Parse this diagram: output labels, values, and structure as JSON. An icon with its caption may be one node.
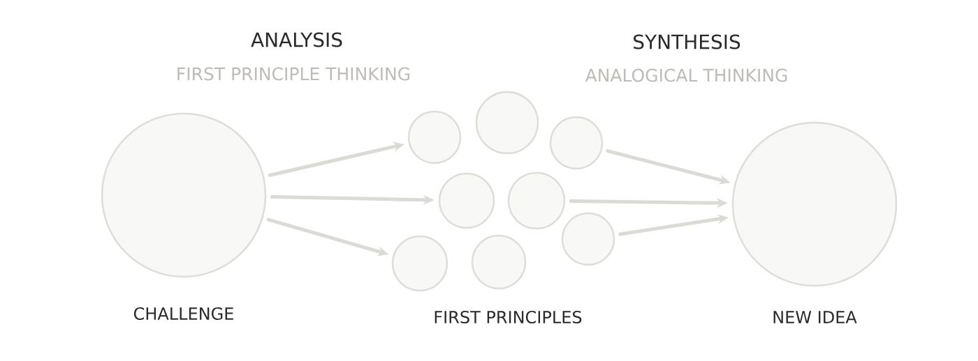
{
  "diagram": {
    "nodes": [
      {
        "text": [
          "CHALLENGE"
        ]
      },
      {
        "text": [],
        "shape": "circle"
      },
      {
        "text": [],
        "shape": "circle"
      },
      {
        "text": [],
        "shape": "circle"
      },
      {
        "text": [],
        "shape": "circle"
      },
      {
        "text": [],
        "shape": "circle"
      },
      {
        "text": [],
        "shape": "circle"
      },
      {
        "text": [],
        "shape": "circle"
      },
      {
        "text": [],
        "shape": "circle"
      },
      {
        "text": [
          "NEW IDEA"
        ]
      }
    ],
    "edges": [
      {
        "from": 0,
        "to": 1,
        "arrow": "to"
      },
      {
        "from": 0,
        "to": 4,
        "arrow": "to"
      },
      {
        "from": 0,
        "to": 7,
        "arrow": "to"
      },
      {
        "from": 3,
        "to": 9,
        "arrow": "to"
      },
      {
        "from": 5,
        "to": 9,
        "arrow": "to"
      },
      {
        "from": 6,
        "to": 9,
        "arrow": "to"
      }
    ],
    "labels": [
      "ANALYSIS",
      "FIRST PRINCIPLE THINKING",
      "SYNTHESIS",
      "ANALOGICAL THINKING",
      "FIRST PRINCIPLES"
    ]
  }
}
